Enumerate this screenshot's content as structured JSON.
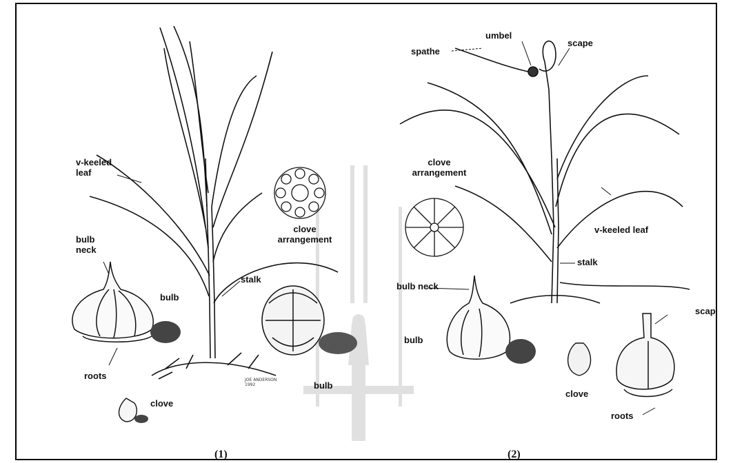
{
  "panel1": {
    "number": "(1)",
    "labels": {
      "v_keeled_leaf_line1": "v-keeled",
      "v_keeled_leaf_line2": "leaf",
      "bulb_neck_line1": "bulb",
      "bulb_neck_line2": "neck",
      "bulb_top": "bulb",
      "stalk": "stalk",
      "clove_arrangement_line1": "clove",
      "clove_arrangement_line2": "arrangement",
      "roots": "roots",
      "clove": "clove",
      "bulb_bottom": "bulb"
    },
    "signature_line1": "JOE ANDERSON",
    "signature_line2": "1992"
  },
  "panel2": {
    "number": "(2)",
    "labels": {
      "spathe": "spathe",
      "umbel": "umbel",
      "scape_top": "scape",
      "clove_arrangement_line1": "clove",
      "clove_arrangement_line2": "arrangement",
      "v_keeled_leaf": "v-keeled leaf",
      "stalk": "stalk",
      "bulb_neck": "bulb neck",
      "bulb": "bulb",
      "scape_bottom": "scap",
      "clove": "clove",
      "roots": "roots"
    }
  },
  "colors": {
    "ink": "#111111",
    "watermark": "#c8c8c8",
    "border": "#000000"
  }
}
